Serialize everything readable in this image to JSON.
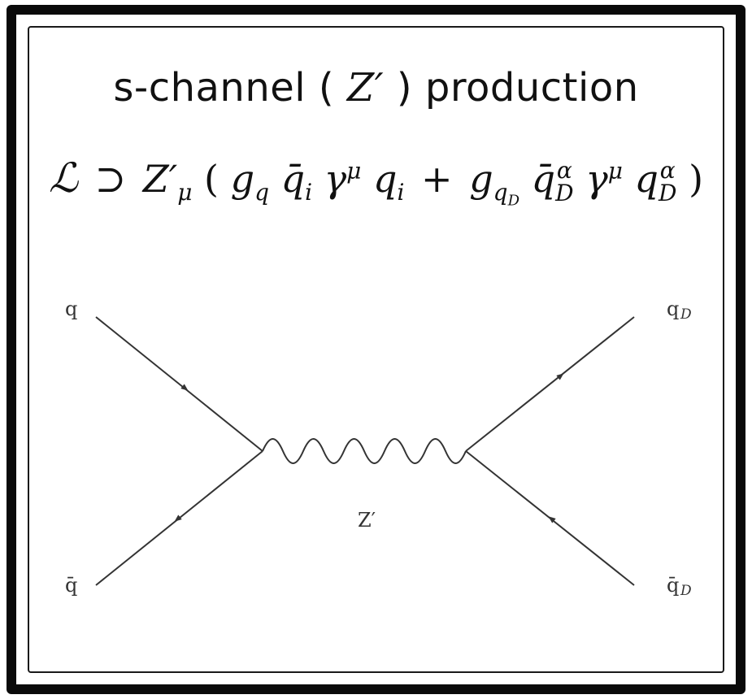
{
  "title": {
    "prefix": "s-channel (",
    "boson": "Z′",
    "suffix": ") production"
  },
  "lagrangian": {
    "lhs": "ℒ",
    "contains": "⊃",
    "field": "Z′",
    "field_index": "μ",
    "open": "(",
    "coupling_q": "g",
    "coupling_q_sub": "q",
    "qbar": "q̄",
    "qbar_sub": "i",
    "gamma": "γ",
    "gamma_sup": "μ",
    "q": "q",
    "q_sub": "i",
    "plus": "+",
    "coupling_qD": "g",
    "coupling_qD_sub": "q",
    "coupling_qD_subsub": "D",
    "qDbar": "q̄",
    "qDbar_sup": "α",
    "qDbar_sub": "D",
    "gamma2": "γ",
    "gamma2_sup": "μ",
    "qD": "q",
    "qD_sup": "α",
    "qD_sub": "D",
    "close": ")"
  },
  "diagram": {
    "label_q_in": "q",
    "label_qbar_in": "q̄",
    "label_qD_out": "q",
    "label_qD_out_sub": "D",
    "label_qDbar_out": "q̄",
    "label_qDbar_out_sub": "D",
    "label_propagator": "Z′",
    "line_color": "#333333"
  }
}
